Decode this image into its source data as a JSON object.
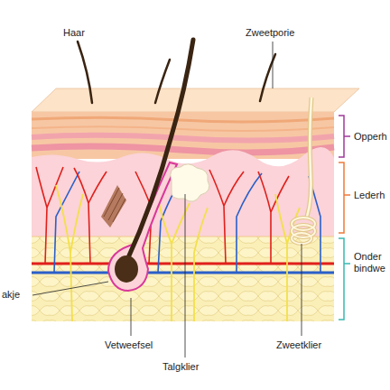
{
  "diagram": {
    "labels": [
      "Haar",
      "Zweetporie",
      "Opperh",
      "Lederh",
      "Onder bindwe",
      "akje",
      "Vetweefsel",
      "Talgklier",
      "Zweetklier"
    ]
  }
}
